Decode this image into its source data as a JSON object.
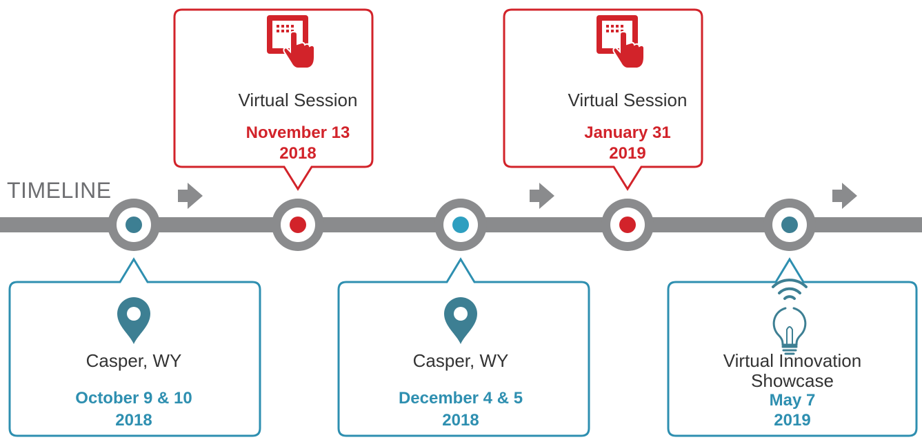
{
  "timeline_label": "TIMELINE",
  "colors": {
    "red": "#d2232a",
    "blue": "#2e8fb0",
    "teal_dark": "#3d7f93",
    "gray": "#8a8b8d"
  },
  "top_events": [
    {
      "icon": "touch-tablet-icon",
      "title": "Virtual Session",
      "date_line1": "November 13",
      "date_line2": "2018"
    },
    {
      "icon": "touch-tablet-icon",
      "title": "Virtual Session",
      "date_line1": "January 31",
      "date_line2": "2019"
    }
  ],
  "bottom_events": [
    {
      "icon": "location-pin-icon",
      "title": "Casper, WY",
      "date_line1": "October 9 & 10",
      "date_line2": "2018"
    },
    {
      "icon": "location-pin-icon",
      "title": "Casper, WY",
      "date_line1": "December 4 & 5",
      "date_line2": "2018"
    },
    {
      "icon": "wireless-lightbulb-icon",
      "title_line1": "Virtual Innovation",
      "title_line2": "Showcase",
      "date_line1": "May 7",
      "date_line2": "2019"
    }
  ]
}
